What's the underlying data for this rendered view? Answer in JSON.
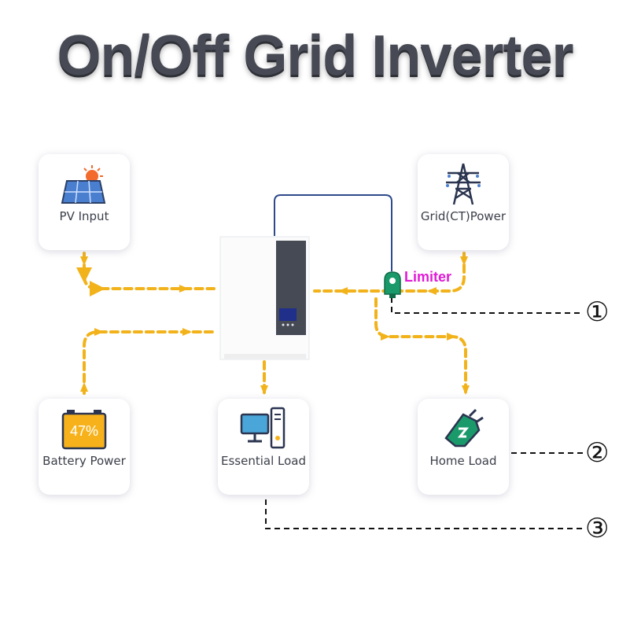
{
  "title": "On/Off Grid Inverter",
  "nodes": {
    "pv": {
      "label": "PV Input",
      "icon": "solar-panel-icon"
    },
    "grid": {
      "label": "Grid(CT)Power",
      "icon": "power-tower-icon"
    },
    "battery": {
      "label": "Battery Power",
      "icon": "battery-icon",
      "level": "47%"
    },
    "essential": {
      "label": "Essential Load",
      "icon": "computer-icon"
    },
    "home": {
      "label": "Home Load",
      "icon": "plug-icon"
    }
  },
  "inverter": {
    "icon": "inverter-icon"
  },
  "limiter": {
    "label": "Limiter",
    "icon": "ct-clamp-icon"
  },
  "markers": [
    "①",
    "②",
    "③"
  ],
  "colors": {
    "flow": "#f2b21a",
    "title": "#474a54",
    "limiter": "#e01ad6",
    "wire": "#2e4a8c",
    "clamp": "#1a9a6a"
  }
}
